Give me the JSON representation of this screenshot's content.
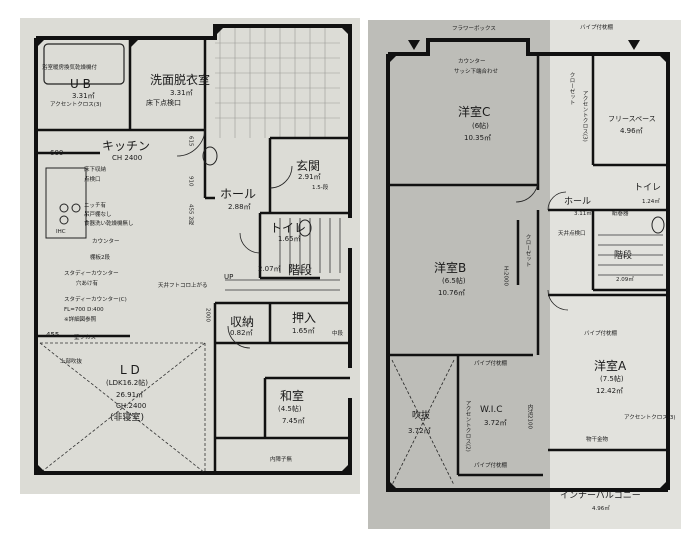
{
  "floor1": {
    "ub": {
      "name": "U B",
      "area": "3.31㎡",
      "note": "浴室暖房換気乾燥機付",
      "accent": "アクセントクロス(3)"
    },
    "washroom": {
      "name": "洗面脱衣室",
      "area": "3.31㎡",
      "note": "床下点検口"
    },
    "kitchen": {
      "name": "キッチン",
      "ch": "CH 2400",
      "dim600": "600",
      "dim615": "615",
      "dim910": "910",
      "notes": [
        "床下収納",
        "点検口",
        "ニッチ有",
        "吊戸棚なし",
        "食器洗い乾燥機無し"
      ],
      "ihc": "IHC",
      "counter": "カウンター",
      "shelf": "棚板2段",
      "dim455": "455"
    },
    "entrance": {
      "name": "玄関",
      "area": "2.91㎡",
      "note": "1.5-段"
    },
    "hall": {
      "name": "ホール",
      "area": "2.88㎡",
      "dim": "455 2段"
    },
    "toilet": {
      "name": "トイレ",
      "area": "1.65㎡"
    },
    "stairs": {
      "name": "階段",
      "area": "2.07㎡",
      "up": "UP",
      "note": "天井フトコロ上がる"
    },
    "study_counter": {
      "line1": "スタディーカウンター",
      "line2": "穴あけ有",
      "line3": "スタディーカウンター(C)",
      "line4": "FL=700  D:400",
      "line5": "※詳細図参照"
    },
    "storage": {
      "name": "収納",
      "area": "0.82㎡",
      "dim": "2000"
    },
    "oshiire": {
      "name": "押入",
      "area": "1.65㎡",
      "note": "中段"
    },
    "washitsu": {
      "name": "和室",
      "tatami": "(4.5帖)",
      "area": "7.45㎡",
      "note": "内障子無"
    },
    "ld": {
      "name": "L D",
      "size": "(LDK16.2帖)",
      "area": "26.91㎡",
      "ch": "CH:2400",
      "note": "(非寝室)",
      "fukinuke": "上部吹抜",
      "kabe": "壁フカス",
      "dim455": "455"
    }
  },
  "floor2": {
    "flower_box": "フラワーボックス",
    "counter_note": [
      "カウンター",
      "サッシ下端合わせ"
    ],
    "room_c": {
      "name": "洋室C",
      "tatami": "(6帖)",
      "area": "10.35㎡"
    },
    "free_space": {
      "name": "フリースペース",
      "area": "4.96㎡",
      "closet": "クローゼット",
      "shelf": "バイプ付枕棚",
      "accent": "アクセントクロス(3)"
    },
    "hall": {
      "name": "ホール",
      "area": "3.11㎡",
      "note": "紙巻器",
      "ceiling": "天井点検口"
    },
    "toilet": {
      "name": "トイレ",
      "area": "1.24㎡"
    },
    "stairs": {
      "name": "階段",
      "area": "2.09㎡"
    },
    "room_b": {
      "name": "洋室B",
      "tatami": "(6.5帖)",
      "area": "10.76㎡",
      "dim": "H:2000",
      "closet": "クローゼット"
    },
    "room_a": {
      "name": "洋室A",
      "tatami": "(7.5帖)",
      "area": "12.42㎡",
      "shelf": "バイプ付枕棚",
      "accent": "アクセントクロス(3)"
    },
    "fukinuke": {
      "name": "吹抜",
      "area": "3.72㎡"
    },
    "wic": {
      "name": "W.I.C",
      "area": "3.72㎡",
      "accent": "アクセントクロス(2)",
      "shelf1": "パイプ付枕棚",
      "shelf2": "パイプ付枕棚",
      "dim": "内法2100"
    },
    "balcony": {
      "name": "インナーバルコニー",
      "area": "4.96㎡",
      "note": "物干金物"
    }
  }
}
